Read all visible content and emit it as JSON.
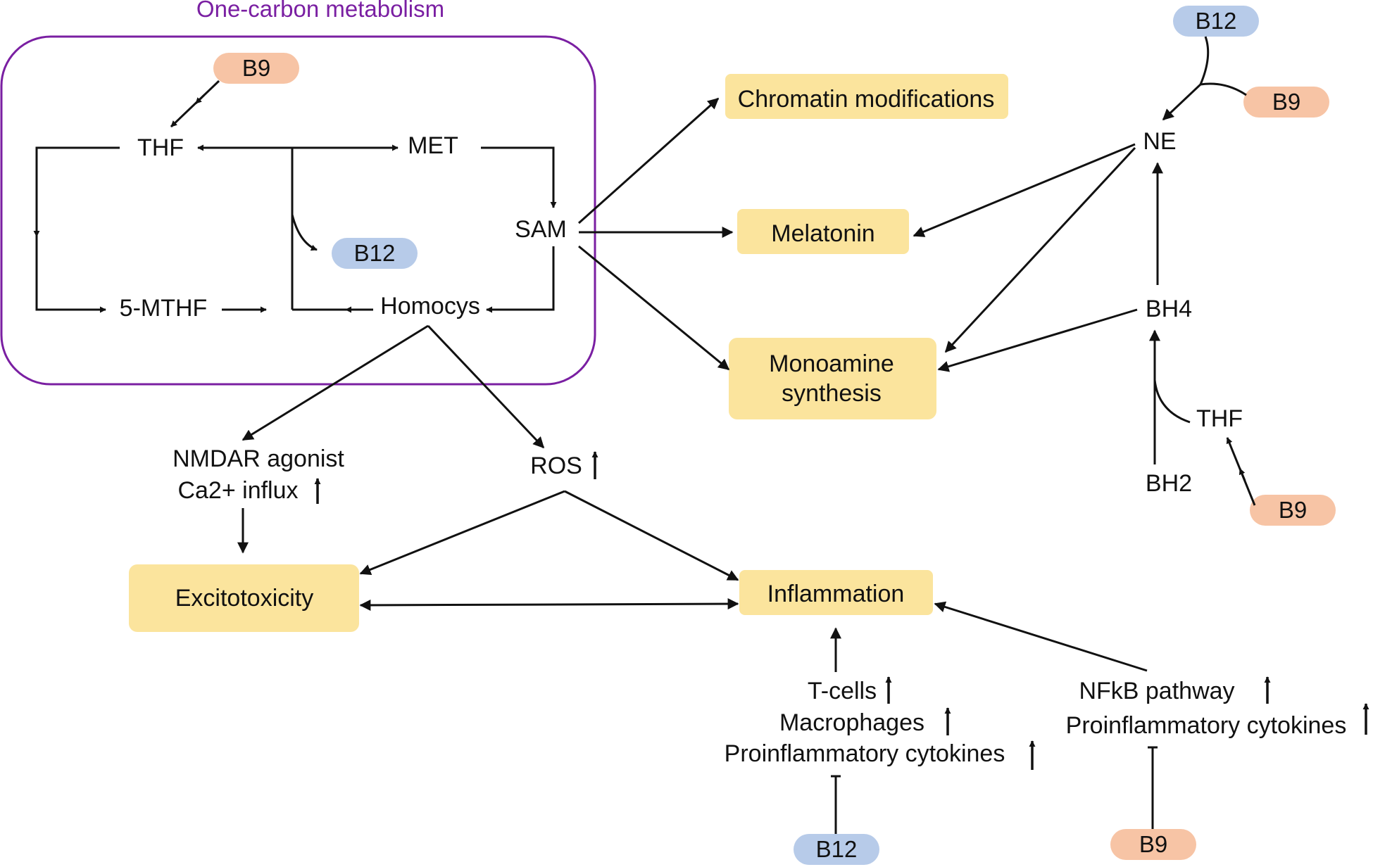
{
  "colors": {
    "region_border": "#7a1fa2",
    "region_title": "#7a1fa2",
    "outcome_box": "#fbe49d",
    "vitamin_b12": "#b7cbe9",
    "vitamin_b9": "#f7c4a5",
    "line": "#111111"
  },
  "region": {
    "title": "One-carbon metabolism"
  },
  "cycle": {
    "thf": "THF",
    "met": "MET",
    "sam": "SAM",
    "mthf": "5-MTHF",
    "homocys": "Homocys"
  },
  "outcomes": {
    "chromatin": "Chromatin modifications",
    "melatonin": "Melatonin",
    "monoamine_line1": "Monoamine",
    "monoamine_line2": "synthesis",
    "excitotoxicity": "Excitotoxicity",
    "inflammation": "Inflammation"
  },
  "vitamins": {
    "b9_cycle": "B9",
    "b12_cycle": "B12",
    "b12_ne": "B12",
    "b9_ne": "B9",
    "b9_thf": "B9",
    "b12_bottom": "B12",
    "b9_bottom": "B9"
  },
  "pathway": {
    "ne": "NE",
    "bh4": "BH4",
    "thf": "THF",
    "bh2": "BH2"
  },
  "effects": {
    "nmdar": "NMDAR agonist",
    "ca_influx": "Ca2+ influx",
    "ros": "ROS",
    "tcells": "T-cells",
    "macrophages": "Macrophages",
    "cytokines_left": "Proinflammatory cytokines",
    "nfkb": "NFkB pathway",
    "cytokines_right": "Proinflammatory cytokines"
  },
  "icons": {
    "increase": "up-arrow-icon",
    "inhibit": "t-bar-icon"
  }
}
